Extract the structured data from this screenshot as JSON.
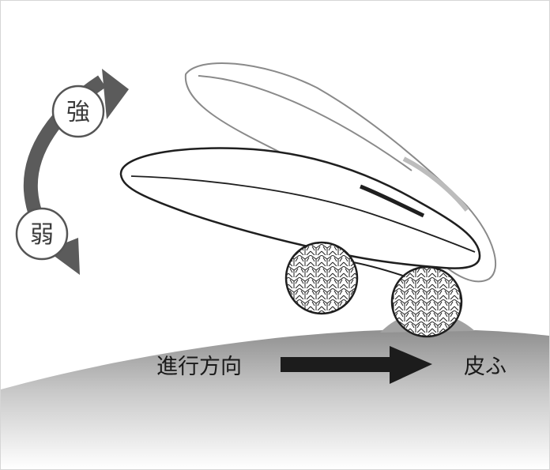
{
  "labels": {
    "strong": "強",
    "weak": "弱",
    "direction": "進行方向",
    "skin": "皮ふ"
  },
  "colors": {
    "arrow_gray": "#5b5b5b",
    "direction_arrow": "#1c1c1c",
    "skin_top": "#9a9a9a",
    "outline": "#222222",
    "ghost_outline": "#8a8a8a"
  }
}
